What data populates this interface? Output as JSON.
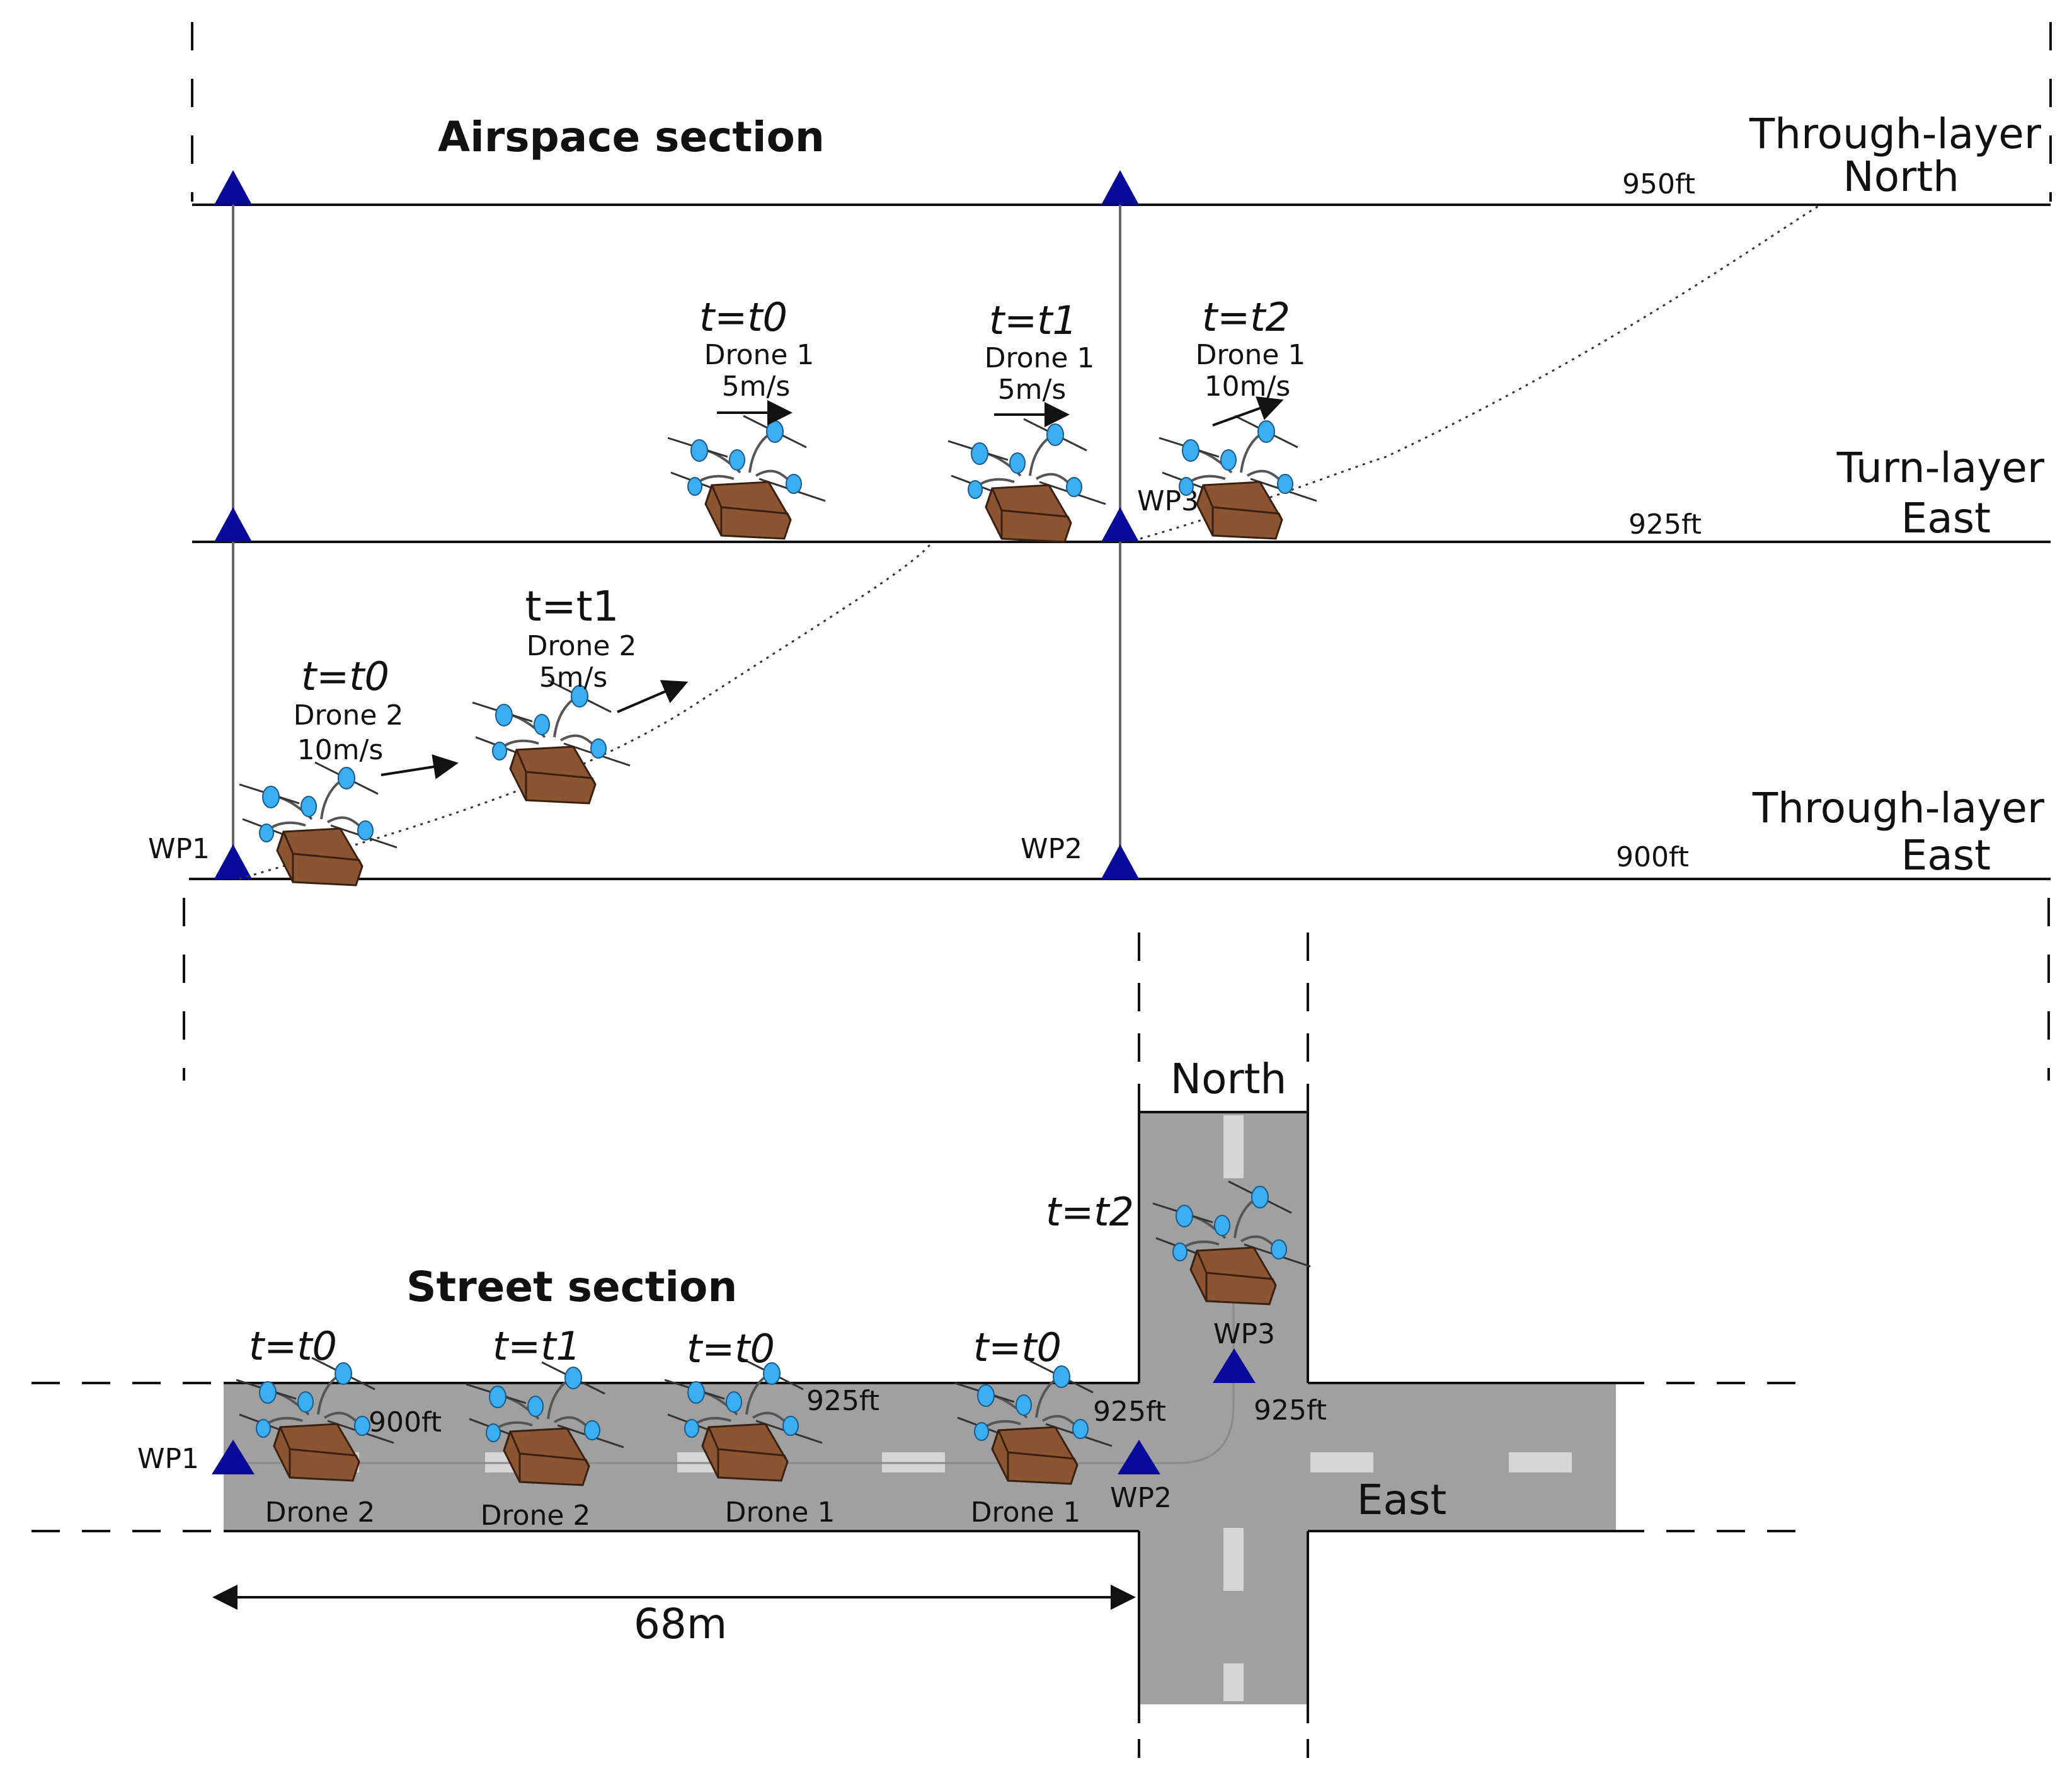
{
  "airspace": {
    "title": "Airspace section",
    "layers": [
      {
        "name_line1": "Through-layer",
        "name_line2": "North",
        "altitude": "950ft"
      },
      {
        "name_line1": "Turn-layer",
        "name_line2": "East",
        "altitude": "925ft"
      },
      {
        "name_line1": "Through-layer",
        "name_line2": "East",
        "altitude": "900ft"
      }
    ],
    "waypoints": [
      "WP1",
      "WP2",
      "WP3"
    ],
    "annotations": [
      {
        "time": "t=t0",
        "drone": "Drone 1",
        "speed": "5m/s"
      },
      {
        "time": "t=t1",
        "drone": "Drone 1",
        "speed": "5m/s"
      },
      {
        "time": "t=t2",
        "drone": "Drone 1",
        "speed": "10m/s"
      },
      {
        "time": "t=t0",
        "drone": "Drone 2",
        "speed": "10m/s"
      },
      {
        "time": "t=t1",
        "drone": "Drone 2",
        "speed": "5m/s"
      }
    ]
  },
  "street": {
    "title": "Street section",
    "north_label": "North",
    "east_label": "East",
    "waypoints": [
      "WP1",
      "WP2",
      "WP3"
    ],
    "distance": "68m",
    "t2_label": "t=t2",
    "drones": [
      {
        "time": "t=t0",
        "name": "Drone 2",
        "altitude": "900ft"
      },
      {
        "time": "t=t1",
        "name": "Drone 2",
        "altitude": ""
      },
      {
        "time": "t=t0",
        "name": "Drone 1",
        "altitude": "925ft"
      },
      {
        "time": "t=t0",
        "name": "Drone 1",
        "altitude": "925ft"
      }
    ],
    "wp3_altitude": "925ft"
  },
  "colors": {
    "waypoint": "#0a0a9a",
    "road": "#a0a0a0",
    "lane_mark": "#d6d6d6",
    "box": "#8b5532",
    "propeller": "#3aaef0"
  }
}
